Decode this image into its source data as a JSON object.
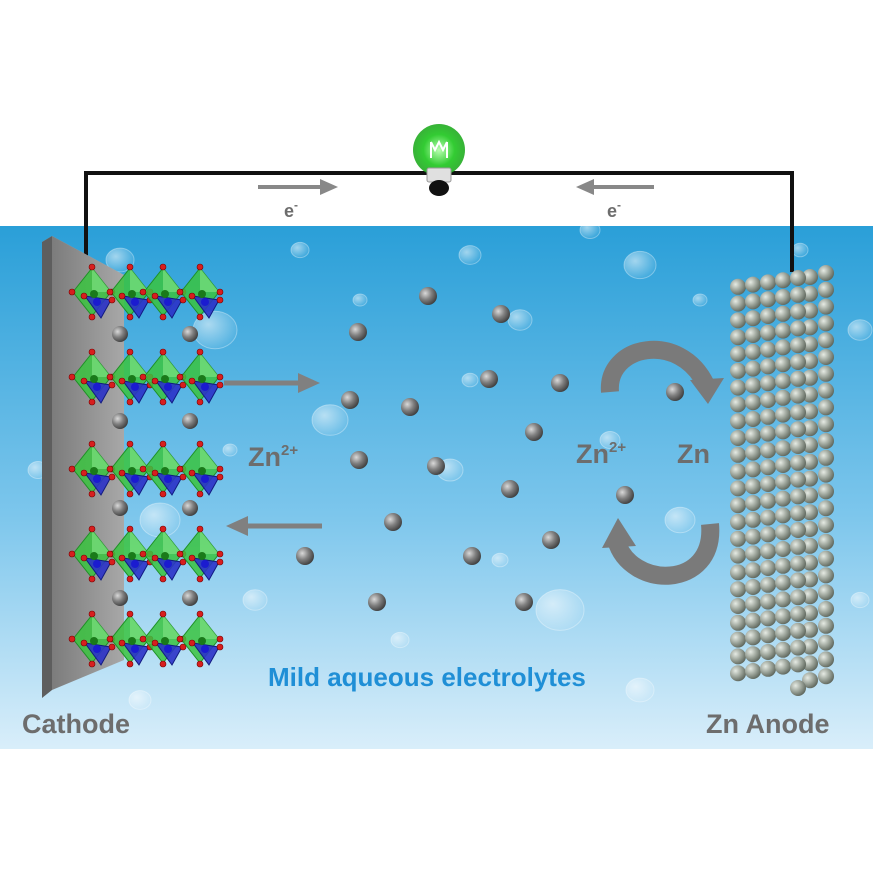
{
  "labels": {
    "electron_left": "e",
    "electron_right": "e",
    "electron_charge": "-",
    "zn_ion_left": "Zn",
    "zn_ion_left_charge": "2+",
    "zn_ion_right": "Zn",
    "zn_ion_right_charge": "2+",
    "zn_metal": "Zn",
    "electrolyte": "Mild aqueous electrolytes",
    "cathode": "Cathode",
    "anode": "Zn Anode"
  },
  "colors": {
    "water_top": "#2a9fd8",
    "water_bottom": "#cfe8f7",
    "text_gray": "#6d6d6d",
    "electrolyte_text": "#1f8fd6",
    "bulb_green": "#33cc33",
    "octahedron_green": "#39c33f",
    "tetrahedron_blue": "#2b32c8",
    "oxygen_red": "#d81e1e",
    "ion_gray": "#6f6f6f",
    "wire": "#111111"
  },
  "icons": {
    "bulb": "light-bulb-icon",
    "arrows": "arrow-icon",
    "cycle": "curved-arrow-icon"
  }
}
